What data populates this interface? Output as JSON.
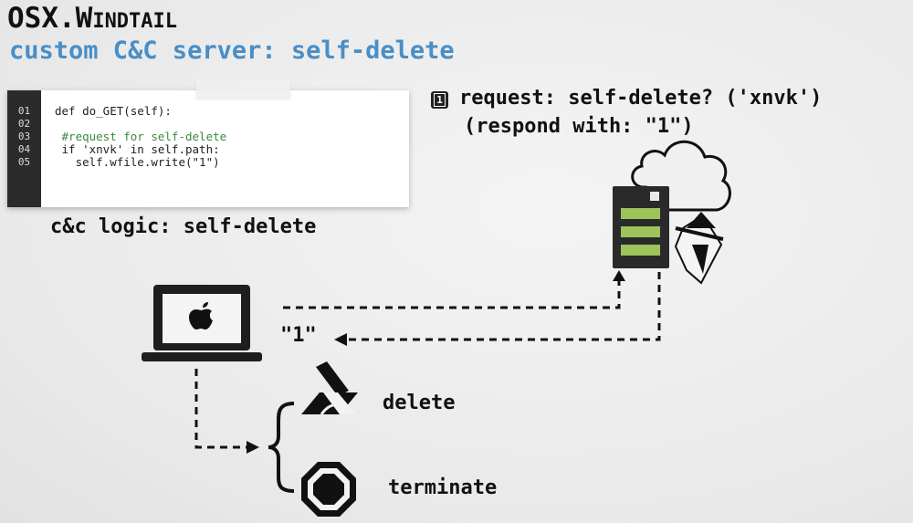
{
  "slide": {
    "title": "OSX.Windtail",
    "subtitle": "custom C&C server: self-delete"
  },
  "code": {
    "line_numbers": [
      "01",
      "02",
      "03",
      "04",
      "05"
    ],
    "lines": [
      "def do_GET(self):",
      "",
      " #request for self-delete",
      " if 'xnvk' in self.path:",
      "   self.wfile.write(\"1\")"
    ]
  },
  "caption": "c&c logic: self-delete",
  "request": {
    "step": "1",
    "line1": "request: self-delete? ('xnvk')",
    "line2": "(respond with: \"1\")"
  },
  "response_label": "\"1\"",
  "actions": {
    "delete": "delete",
    "terminate": "terminate"
  },
  "icons": {
    "laptop": "apple-laptop-icon",
    "server": "server-icon",
    "cloud": "cloud-icon",
    "spy": "spy-icon",
    "delete": "eraser-icon",
    "terminate": "stop-sign-icon"
  },
  "colors": {
    "subtitle": "#4a8ec6",
    "server_led": "#9dc35a",
    "comment": "#3a8a3a"
  }
}
